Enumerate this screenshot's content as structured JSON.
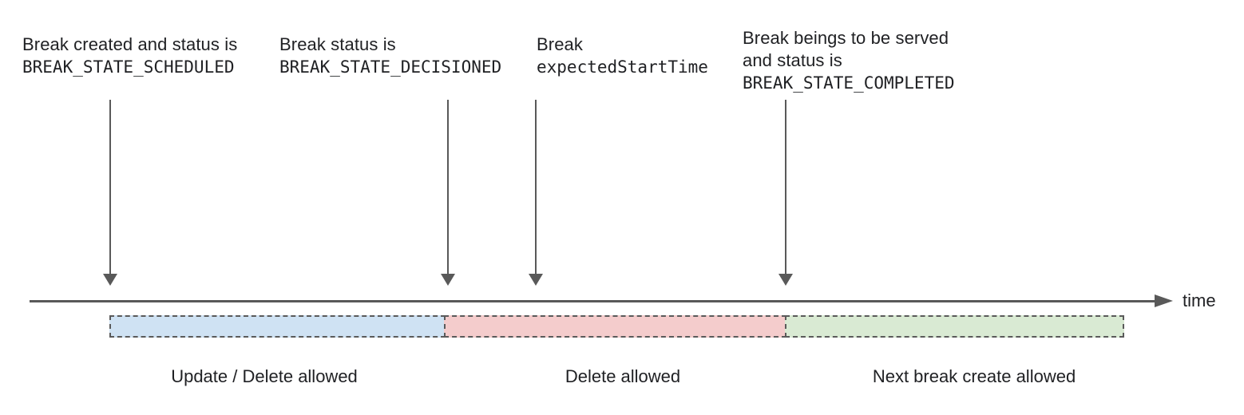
{
  "axis": {
    "label": "time"
  },
  "annotations": [
    {
      "line1": "Break created and status is",
      "line2": "BREAK_STATE_SCHEDULED"
    },
    {
      "line1": "Break status is",
      "line2": "BREAK_STATE_DECISIONED"
    },
    {
      "line1": "Break",
      "line2": "expectedStartTime"
    },
    {
      "line1": "Break beings to be served",
      "line2": "and status is",
      "line3": "BREAK_STATE_COMPLETED"
    }
  ],
  "segments": [
    {
      "label": "Update / Delete allowed",
      "fill": "#cfe2f3"
    },
    {
      "label": "Delete allowed",
      "fill": "#f4cccc"
    },
    {
      "label": "Next break create allowed",
      "fill": "#d9ead3"
    }
  ],
  "colors": {
    "line": "#595959",
    "dash": "#5a5a5a",
    "text": "#202124"
  }
}
